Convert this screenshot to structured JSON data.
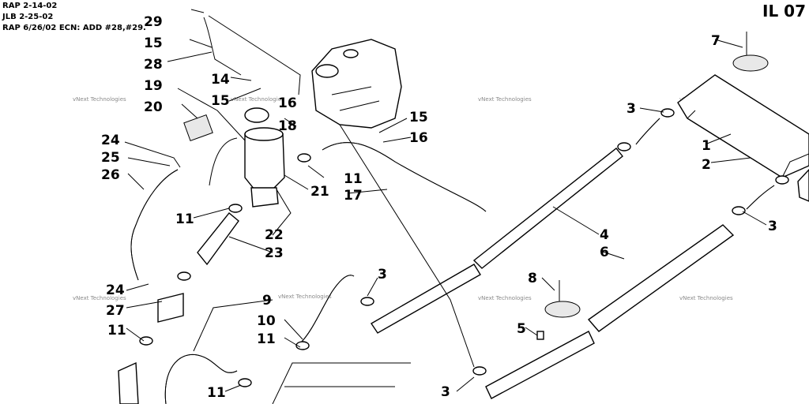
{
  "revision_notes": [
    "RAP 2-14-02",
    "JLB 2-25-02",
    "RAP 6/26/02 ECN: ADD #28,#29."
  ],
  "diagram_code": "IL 07",
  "watermark": "vNext Technologies",
  "callouts": [
    {
      "id": "c29a",
      "label": "29"
    },
    {
      "id": "c15a",
      "label": "15"
    },
    {
      "id": "c28",
      "label": "28"
    },
    {
      "id": "c14",
      "label": "14"
    },
    {
      "id": "c19",
      "label": "19"
    },
    {
      "id": "c15b",
      "label": "15"
    },
    {
      "id": "c16a",
      "label": "16"
    },
    {
      "id": "c20",
      "label": "20"
    },
    {
      "id": "c18",
      "label": "18"
    },
    {
      "id": "c15c",
      "label": "15"
    },
    {
      "id": "c16b",
      "label": "16"
    },
    {
      "id": "c24a",
      "label": "24"
    },
    {
      "id": "c25",
      "label": "25"
    },
    {
      "id": "c26",
      "label": "26"
    },
    {
      "id": "c11a",
      "label": "11"
    },
    {
      "id": "c17",
      "label": "17"
    },
    {
      "id": "c21",
      "label": "21"
    },
    {
      "id": "c11b",
      "label": "11"
    },
    {
      "id": "c22",
      "label": "22"
    },
    {
      "id": "c23",
      "label": "23"
    },
    {
      "id": "c24b",
      "label": "24"
    },
    {
      "id": "c27",
      "label": "27"
    },
    {
      "id": "c11c",
      "label": "11"
    },
    {
      "id": "c9",
      "label": "9"
    },
    {
      "id": "c10",
      "label": "10"
    },
    {
      "id": "c11d",
      "label": "11"
    },
    {
      "id": "c11e",
      "label": "11"
    },
    {
      "id": "c3a",
      "label": "3"
    },
    {
      "id": "c3b",
      "label": "3"
    },
    {
      "id": "c3c",
      "label": "3"
    },
    {
      "id": "c3d",
      "label": "3"
    },
    {
      "id": "c7",
      "label": "7"
    },
    {
      "id": "c1",
      "label": "1"
    },
    {
      "id": "c2",
      "label": "2"
    },
    {
      "id": "c4",
      "label": "4"
    },
    {
      "id": "c6",
      "label": "6"
    },
    {
      "id": "c8",
      "label": "8"
    },
    {
      "id": "c5",
      "label": "5"
    }
  ]
}
